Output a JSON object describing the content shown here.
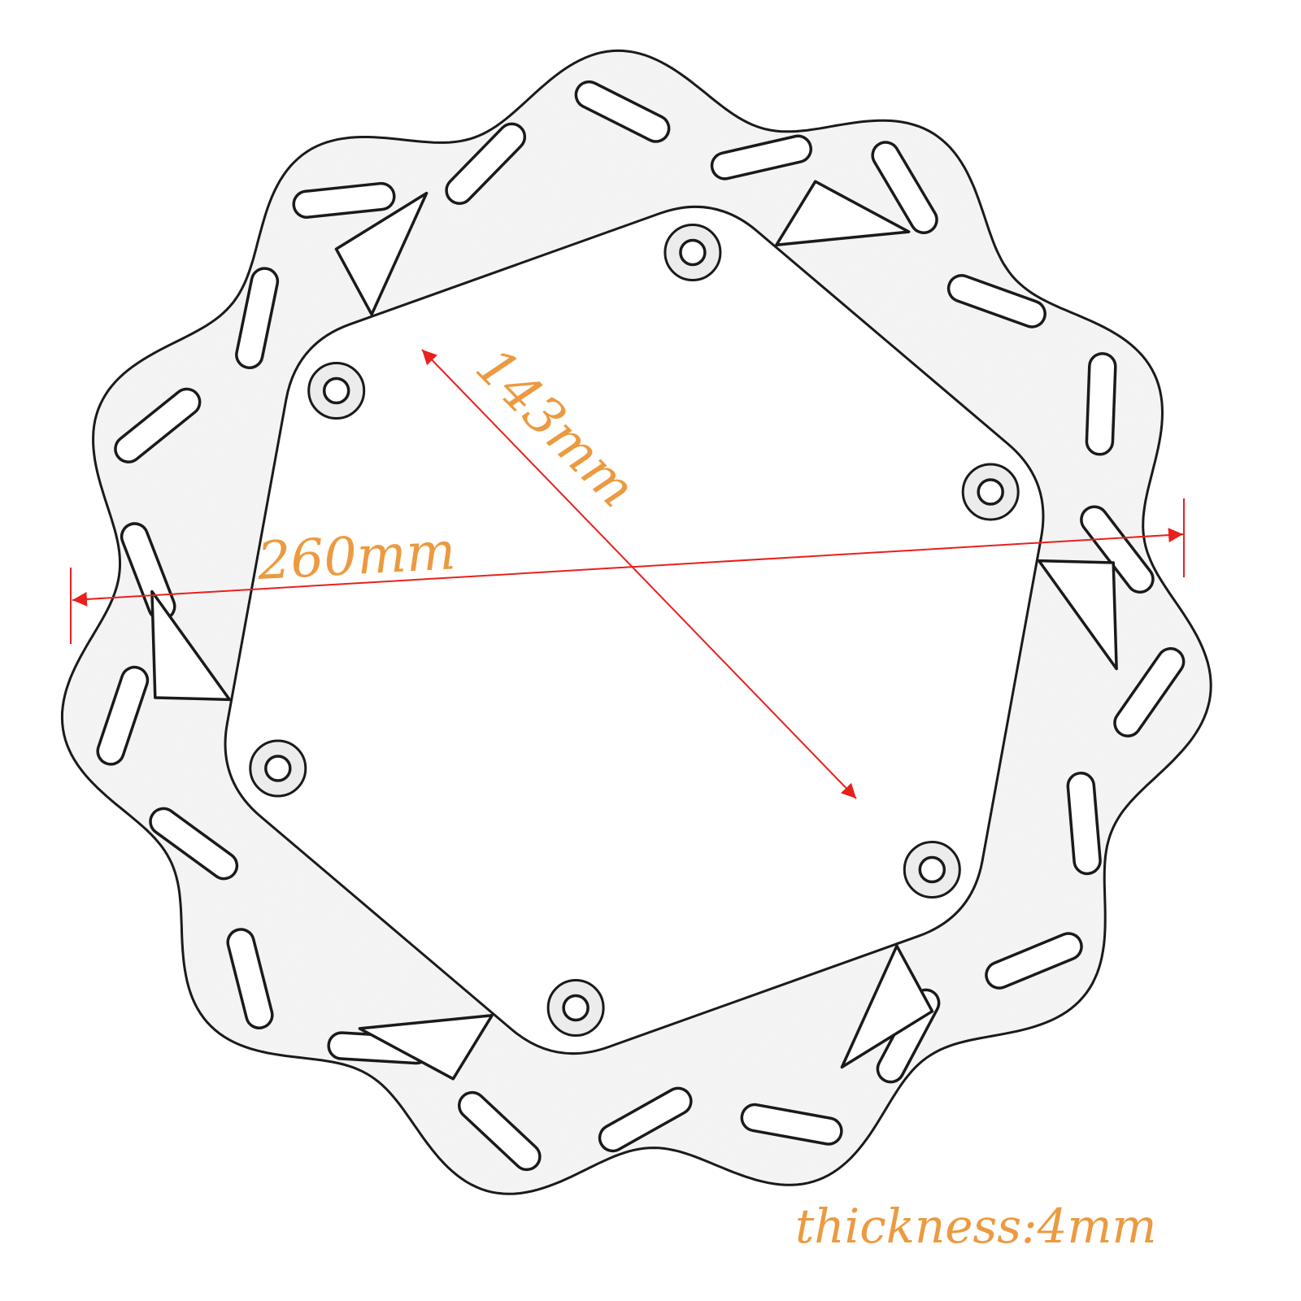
{
  "diagram": {
    "labels": {
      "outer_diameter": "260mm",
      "bolt_circle": "143mm",
      "thickness": "thickness:4mm"
    },
    "colors": {
      "dimension_line": "#e8201e",
      "label_text": "#ec9a40",
      "disc_outline": "#1a1a1a",
      "disc_fill": "#f4f4f4",
      "background": "#ffffff"
    },
    "disc": {
      "wave_count": 11,
      "cooling_slots": 22,
      "mounting_holes": 6
    }
  }
}
